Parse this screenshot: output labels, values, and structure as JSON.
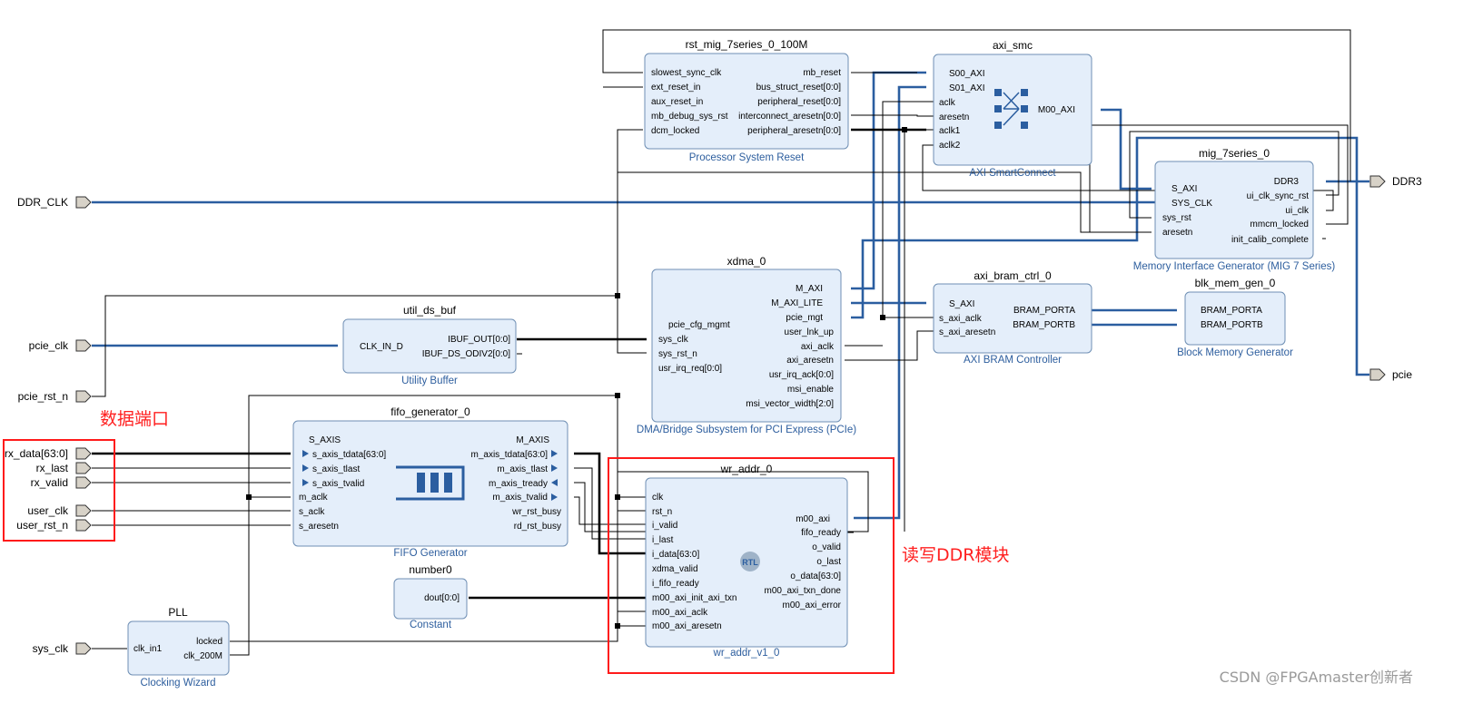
{
  "blocks": {
    "rst": {
      "name": "rst_mig_7series_0_100M",
      "type": "Processor System Reset",
      "left_pins": [
        "slowest_sync_clk",
        "ext_reset_in",
        "aux_reset_in",
        "mb_debug_sys_rst",
        "dcm_locked"
      ],
      "right_pins": [
        "mb_reset",
        "bus_struct_reset[0:0]",
        "peripheral_reset[0:0]",
        "interconnect_aresetn[0:0]",
        "peripheral_aresetn[0:0]"
      ]
    },
    "smc": {
      "name": "axi_smc",
      "type": "AXI SmartConnect",
      "left_pins": [
        "S00_AXI",
        "S01_AXI",
        "aclk",
        "aresetn",
        "aclk1",
        "aclk2"
      ],
      "right_pins": [
        "M00_AXI"
      ]
    },
    "mig": {
      "name": "mig_7series_0",
      "type": "Memory Interface Generator (MIG 7 Series)",
      "left_pins": [
        "S_AXI",
        "SYS_CLK",
        "sys_rst",
        "aresetn"
      ],
      "right_pins": [
        "DDR3",
        "ui_clk_sync_rst",
        "ui_clk",
        "mmcm_locked",
        "init_calib_complete"
      ]
    },
    "xdma": {
      "name": "xdma_0",
      "type": "DMA/Bridge Subsystem for PCI Express (PCIe)",
      "left_pins": [
        "pcie_cfg_mgmt",
        "sys_clk",
        "sys_rst_n",
        "usr_irq_req[0:0]"
      ],
      "right_pins": [
        "M_AXI",
        "M_AXI_LITE",
        "pcie_mgt",
        "user_lnk_up",
        "axi_aclk",
        "axi_aresetn",
        "usr_irq_ack[0:0]",
        "msi_enable",
        "msi_vector_width[2:0]"
      ]
    },
    "bram_ctrl": {
      "name": "axi_bram_ctrl_0",
      "type": "AXI BRAM Controller",
      "left_pins": [
        "S_AXI",
        "s_axi_aclk",
        "s_axi_aresetn"
      ],
      "right_pins": [
        "BRAM_PORTA",
        "BRAM_PORTB"
      ]
    },
    "blk_mem": {
      "name": "blk_mem_gen_0",
      "type": "Block Memory Generator",
      "left_pins": [
        "BRAM_PORTA",
        "BRAM_PORTB"
      ]
    },
    "ds_buf": {
      "name": "util_ds_buf",
      "type": "Utility Buffer",
      "left_pins": [
        "CLK_IN_D"
      ],
      "right_pins": [
        "IBUF_OUT[0:0]",
        "IBUF_DS_ODIV2[0:0]"
      ]
    },
    "fifo": {
      "name": "fifo_generator_0",
      "type": "FIFO Generator",
      "left_pins": [
        "S_AXIS",
        "s_axis_tdata[63:0]",
        "s_axis_tlast",
        "s_axis_tvalid",
        "m_aclk",
        "s_aclk",
        "s_aresetn"
      ],
      "right_pins": [
        "M_AXIS",
        "m_axis_tdata[63:0]",
        "m_axis_tlast",
        "m_axis_tready",
        "m_axis_tvalid",
        "wr_rst_busy",
        "rd_rst_busy"
      ]
    },
    "wr": {
      "name": "wr_addr_0",
      "type": "wr_addr_v1_0",
      "badge": "RTL",
      "left_pins": [
        "clk",
        "rst_n",
        "i_valid",
        "i_last",
        "i_data[63:0]",
        "xdma_valid",
        "i_fifo_ready",
        "m00_axi_init_axi_txn",
        "m00_axi_aclk",
        "m00_axi_aresetn"
      ],
      "right_pins": [
        "m00_axi",
        "fifo_ready",
        "o_valid",
        "o_last",
        "o_data[63:0]",
        "m00_axi_txn_done",
        "m00_axi_error"
      ]
    },
    "number0": {
      "name": "number0",
      "type": "Constant",
      "right_pins": [
        "dout[0:0]"
      ]
    },
    "pll": {
      "name": "PLL",
      "type": "Clocking Wizard",
      "left_pins": [
        "clk_in1"
      ],
      "right_pins": [
        "locked",
        "clk_200M"
      ]
    }
  },
  "ports": {
    "left": [
      "DDR_CLK",
      "pcie_clk",
      "pcie_rst_n",
      "rx_data[63:0]",
      "rx_last",
      "rx_valid",
      "user_clk",
      "user_rst_n",
      "sys_clk"
    ],
    "right": [
      "DDR3",
      "pcie"
    ]
  },
  "annotations": {
    "data_port": "数据端口",
    "rw_ddr": "读写DDR模块"
  },
  "watermark": "CSDN @FPGAmaster创新者",
  "colors": {
    "block_fill": "#e4eefa",
    "block_border": "#6f8fb4",
    "interface_wire": "#2b5ea0",
    "annotation": "#ff2020",
    "type_label": "#2d5e9e"
  }
}
